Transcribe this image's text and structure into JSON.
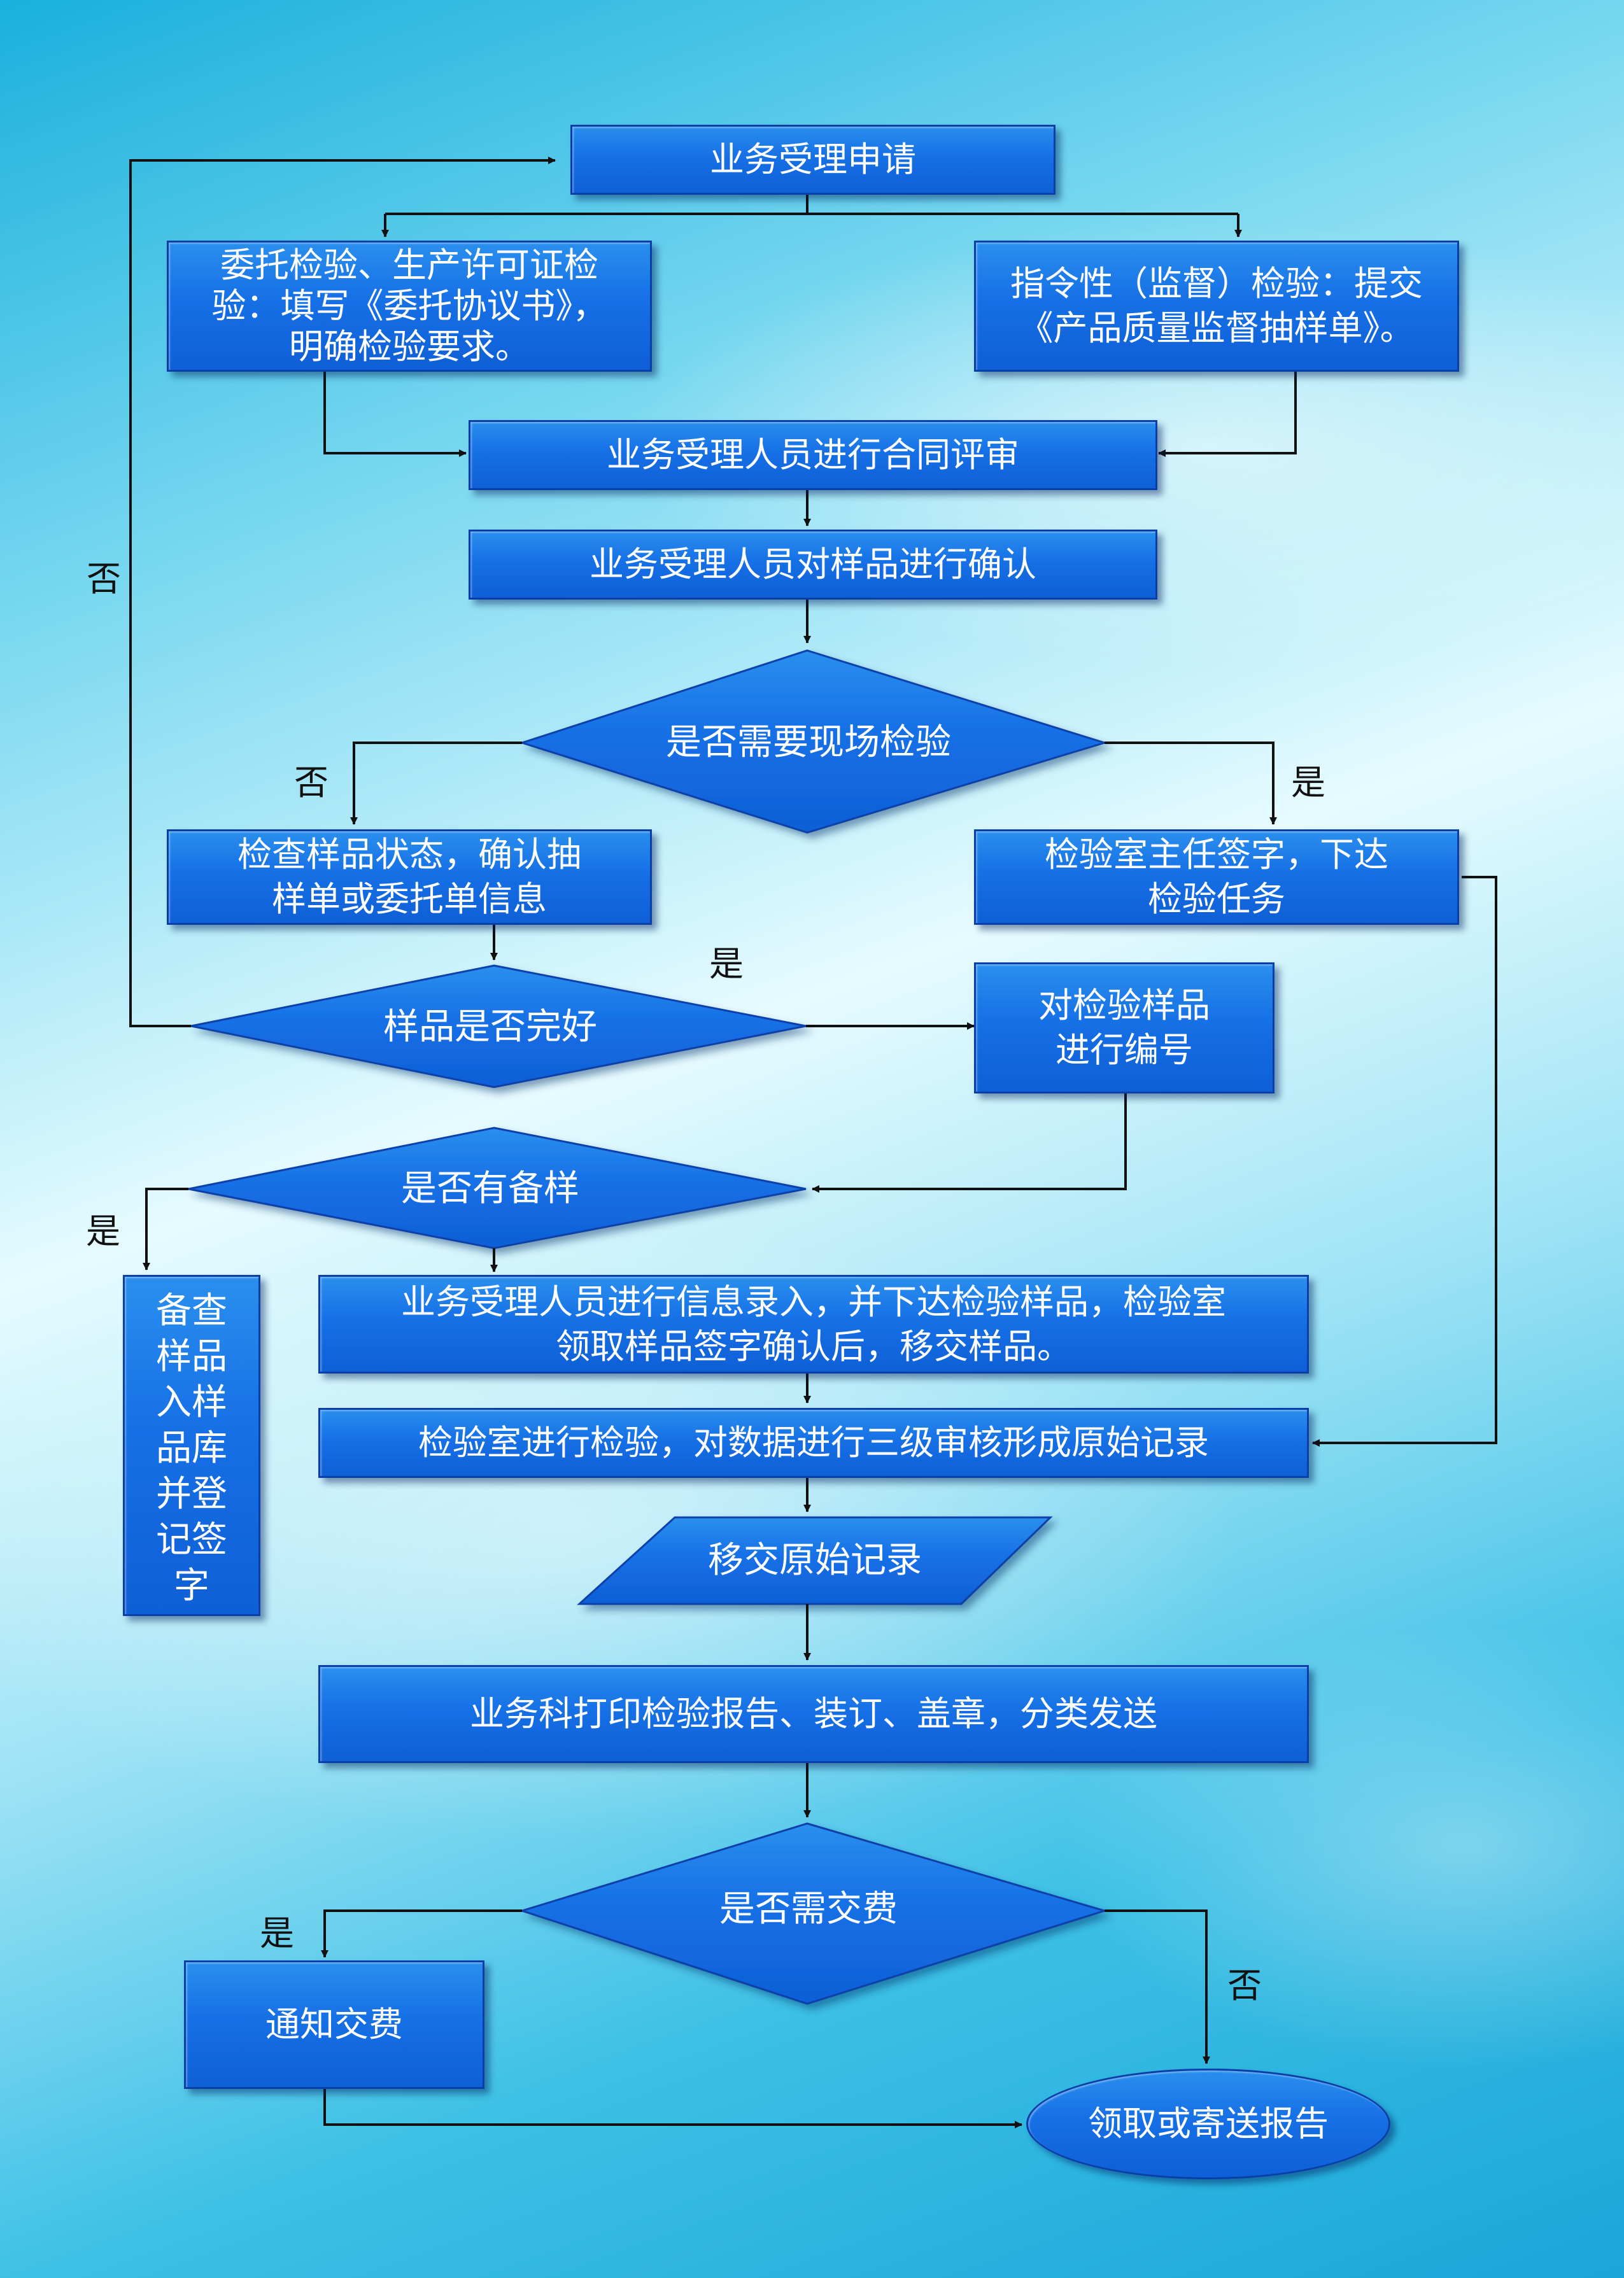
{
  "flowchart": {
    "nodes": {
      "apply": "业务受理申请",
      "entrust": "委托检验、生产许可证检\n验：填写《委托协议书》，\n明确检验要求。",
      "directive": "指令性（监督）检验：提交\n《产品质量监督抽样单》。",
      "contract_review": "业务受理人员进行合同评审",
      "sample_confirm": "业务受理人员对样品进行确认",
      "need_onsite": "是否需要现场检验",
      "check_sample": "检查样品状态，确认抽\n样单或委托单信息",
      "lab_director": "检验室主任签字，下达\n检验任务",
      "sample_intact": "样品是否完好",
      "numbering": "对检验样品\n进行编号",
      "has_backup": "是否有备样",
      "storage": "备查样品入样品库并登记签字",
      "info_entry": "业务受理人员进行信息录入，并下达检验样品，检验室\n领取样品签字确认后，移交样品。",
      "lab_test": "检验室进行检验，对数据进行三级审核形成原始记录",
      "transfer_record": "移交原始记录",
      "print_report": "业务科打印检验报告、装订、盖章，分类发送",
      "need_fee": "是否需交费",
      "notify_fee": "通知交费",
      "collect_report": "领取或寄送报告"
    },
    "edge_labels": {
      "no_loop": "否",
      "onsite_no": "否",
      "onsite_yes": "是",
      "intact_yes": "是",
      "backup_yes": "是",
      "fee_yes": "是",
      "fee_no": "否"
    }
  }
}
